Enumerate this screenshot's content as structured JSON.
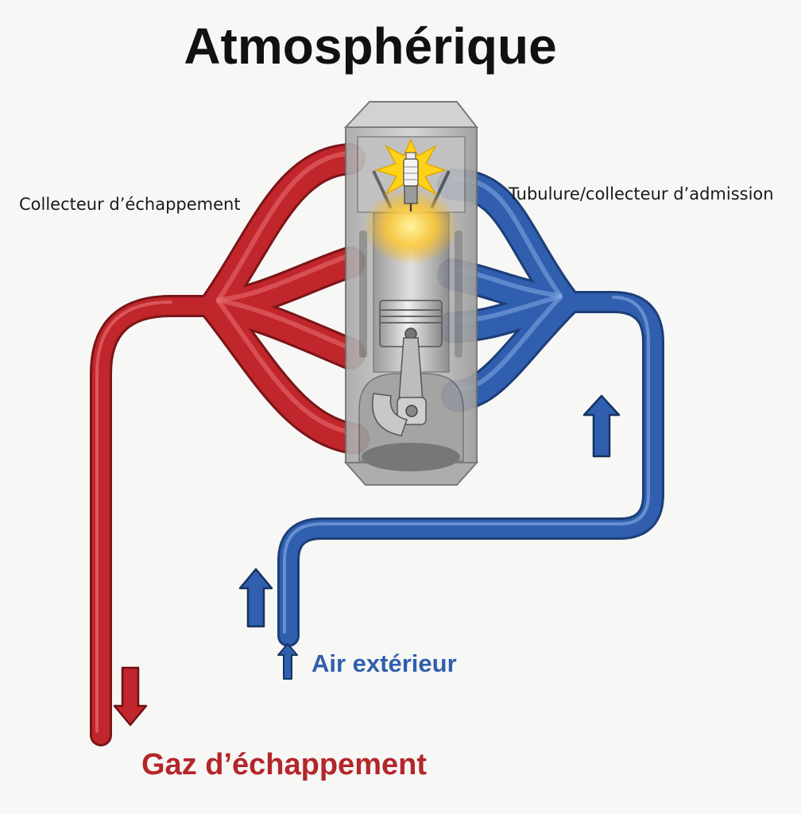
{
  "title": "Atmosphérique",
  "labels": {
    "exhaust_manifold": "Collecteur d’échappement",
    "intake_manifold": "Tubulure/collecteur d’admission",
    "outside_air": "Air extérieur",
    "exhaust_gas": "Gaz d’échappement"
  },
  "colors": {
    "exhaust": "#c0262b",
    "intake": "#2f5fae",
    "engine_block": "#b9b9b9",
    "spark": "#ffd21a"
  },
  "icons": {
    "spark_plug": "spark-plug-icon",
    "piston": "piston-icon",
    "crankshaft": "crankshaft-icon",
    "arrow_up": "arrow-up-icon",
    "arrow_down": "arrow-down-icon"
  }
}
